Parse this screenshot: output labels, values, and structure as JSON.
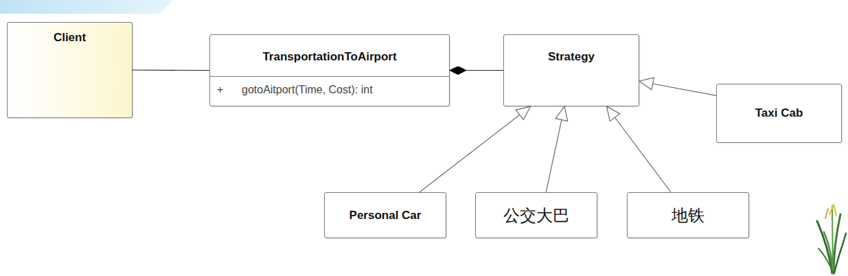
{
  "diagram": {
    "nodes": [
      {
        "text": [
          "Client"
        ]
      },
      {
        "text": [
          "TransportationToAirport",
          "+",
          "gotoAitport(Time, Cost): int"
        ]
      },
      {
        "text": [
          "Strategy"
        ]
      },
      {
        "text": [
          "Taxi Cab"
        ]
      },
      {
        "text": [
          "Personal Car"
        ]
      },
      {
        "text": [
          "公交大巴"
        ]
      },
      {
        "text": [
          "地铁"
        ]
      }
    ],
    "edges": [
      {
        "from": 0,
        "to": 1,
        "arrow": "none"
      },
      {
        "from": 2,
        "to": 1,
        "arrow": "to"
      },
      {
        "from": 3,
        "to": 2,
        "arrow": "to"
      },
      {
        "from": 4,
        "to": 2,
        "arrow": "to"
      },
      {
        "from": 5,
        "to": 2,
        "arrow": "to"
      },
      {
        "from": 6,
        "to": 2,
        "arrow": "to"
      }
    ]
  }
}
